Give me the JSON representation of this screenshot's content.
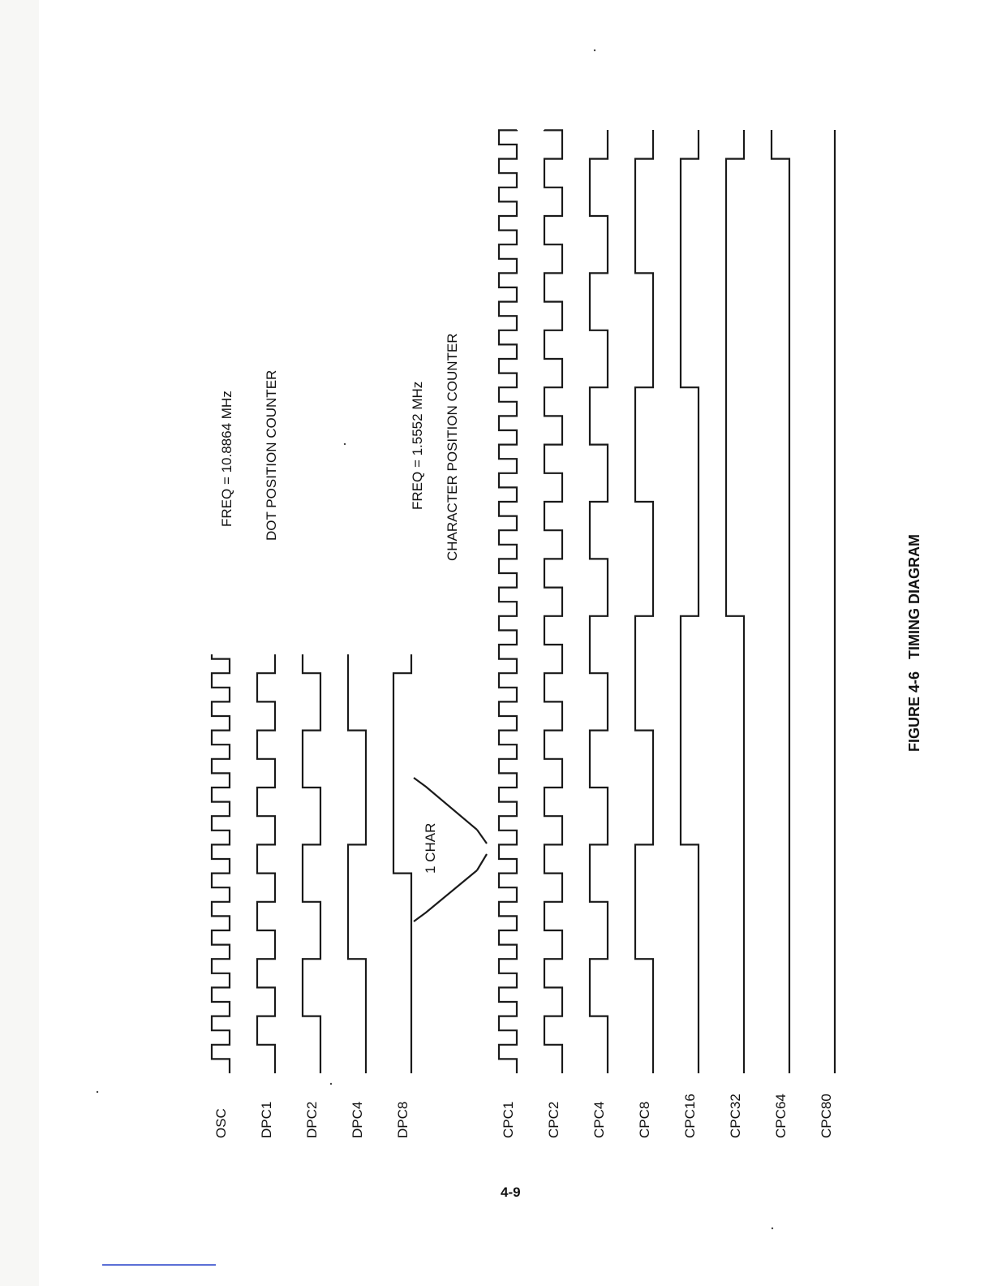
{
  "figure": {
    "caption": "FIGURE 4-6   TIMING DIAGRAM",
    "page_number": "4-9"
  },
  "annotations": {
    "freq_dot": "FREQ = 10.8864 MHz",
    "dot_counter": "DOT POSITION COUNTER",
    "freq_char": "FREQ = 1.5552 MHz",
    "char_counter": "CHARACTER POSITION COUNTER",
    "one_char": "1 CHAR"
  },
  "dot_signals": [
    {
      "name": "OSC",
      "half_period": 1
    },
    {
      "name": "DPC1",
      "half_period": 2
    },
    {
      "name": "DPC2",
      "half_period": 4
    },
    {
      "name": "DPC4",
      "half_period": 8
    },
    {
      "name": "DPC8",
      "half_period": 14
    }
  ],
  "char_signals": [
    {
      "name": "CPC1",
      "half_period": 1
    },
    {
      "name": "CPC2",
      "half_period": 2
    },
    {
      "name": "CPC4",
      "half_period": 4
    },
    {
      "name": "CPC8",
      "half_period": 8
    },
    {
      "name": "CPC16",
      "half_period": 16
    },
    {
      "name": "CPC32",
      "half_period": 32
    },
    {
      "name": "CPC64",
      "half_period": 64
    },
    {
      "name": "CPC80",
      "half_period": 80
    }
  ]
}
